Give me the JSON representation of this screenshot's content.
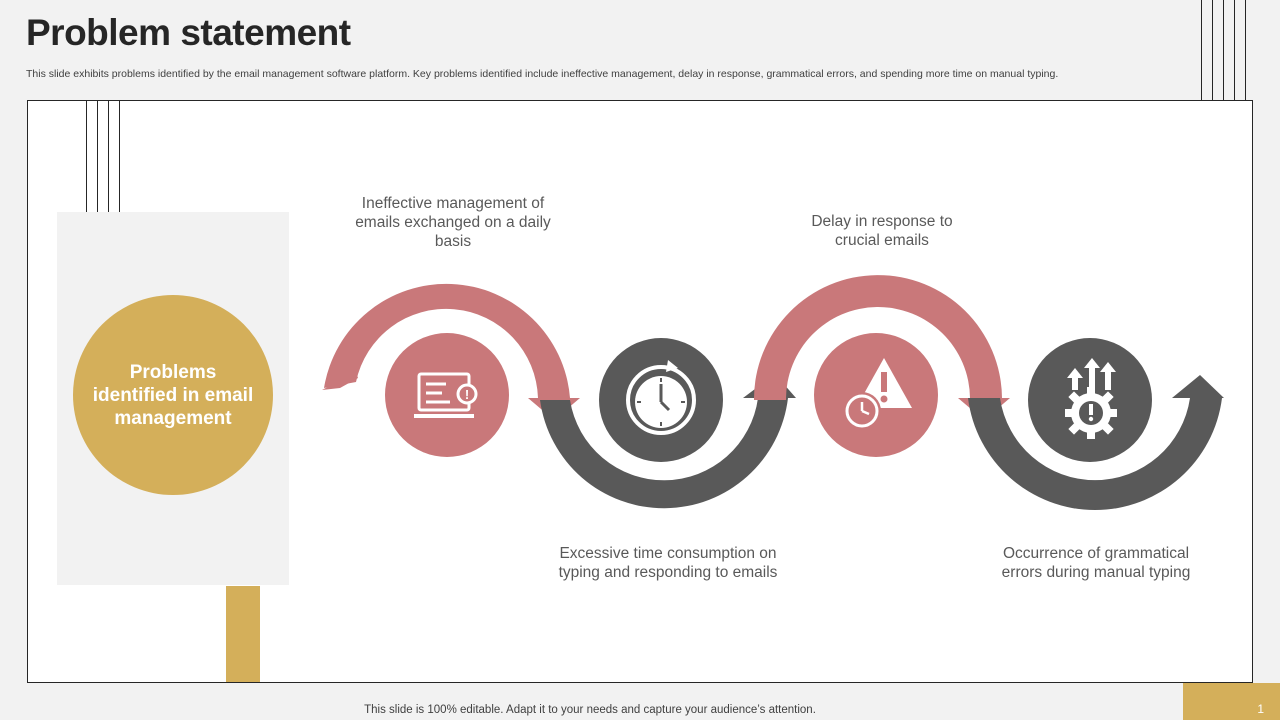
{
  "slide": {
    "title": "Problem statement",
    "subtitle": "This slide exhibits problems identified by the email management software platform. Key problems identified include ineffective management, delay in response, grammatical errors, and spending more time on manual typing.",
    "center_label": "Problems identified in email management",
    "problems": [
      {
        "text": "Ineffective management of emails exchanged on a daily basis",
        "icon": "laptop-gear-alert-icon"
      },
      {
        "text": "Excessive time consumption on typing and responding to emails",
        "icon": "clock-icon"
      },
      {
        "text": "Delay in response to crucial emails",
        "icon": "warning-clock-icon"
      },
      {
        "text": "Occurrence of grammatical errors during manual typing",
        "icon": "gear-arrows-alert-icon"
      }
    ],
    "footer": "This slide is 100% editable. Adapt it to your needs and capture your audience’s attention.",
    "page_number": "1"
  },
  "colors": {
    "gold": "#d4af5a",
    "rose": "#c9787a",
    "dark_gray": "#595959",
    "title": "#262626"
  }
}
